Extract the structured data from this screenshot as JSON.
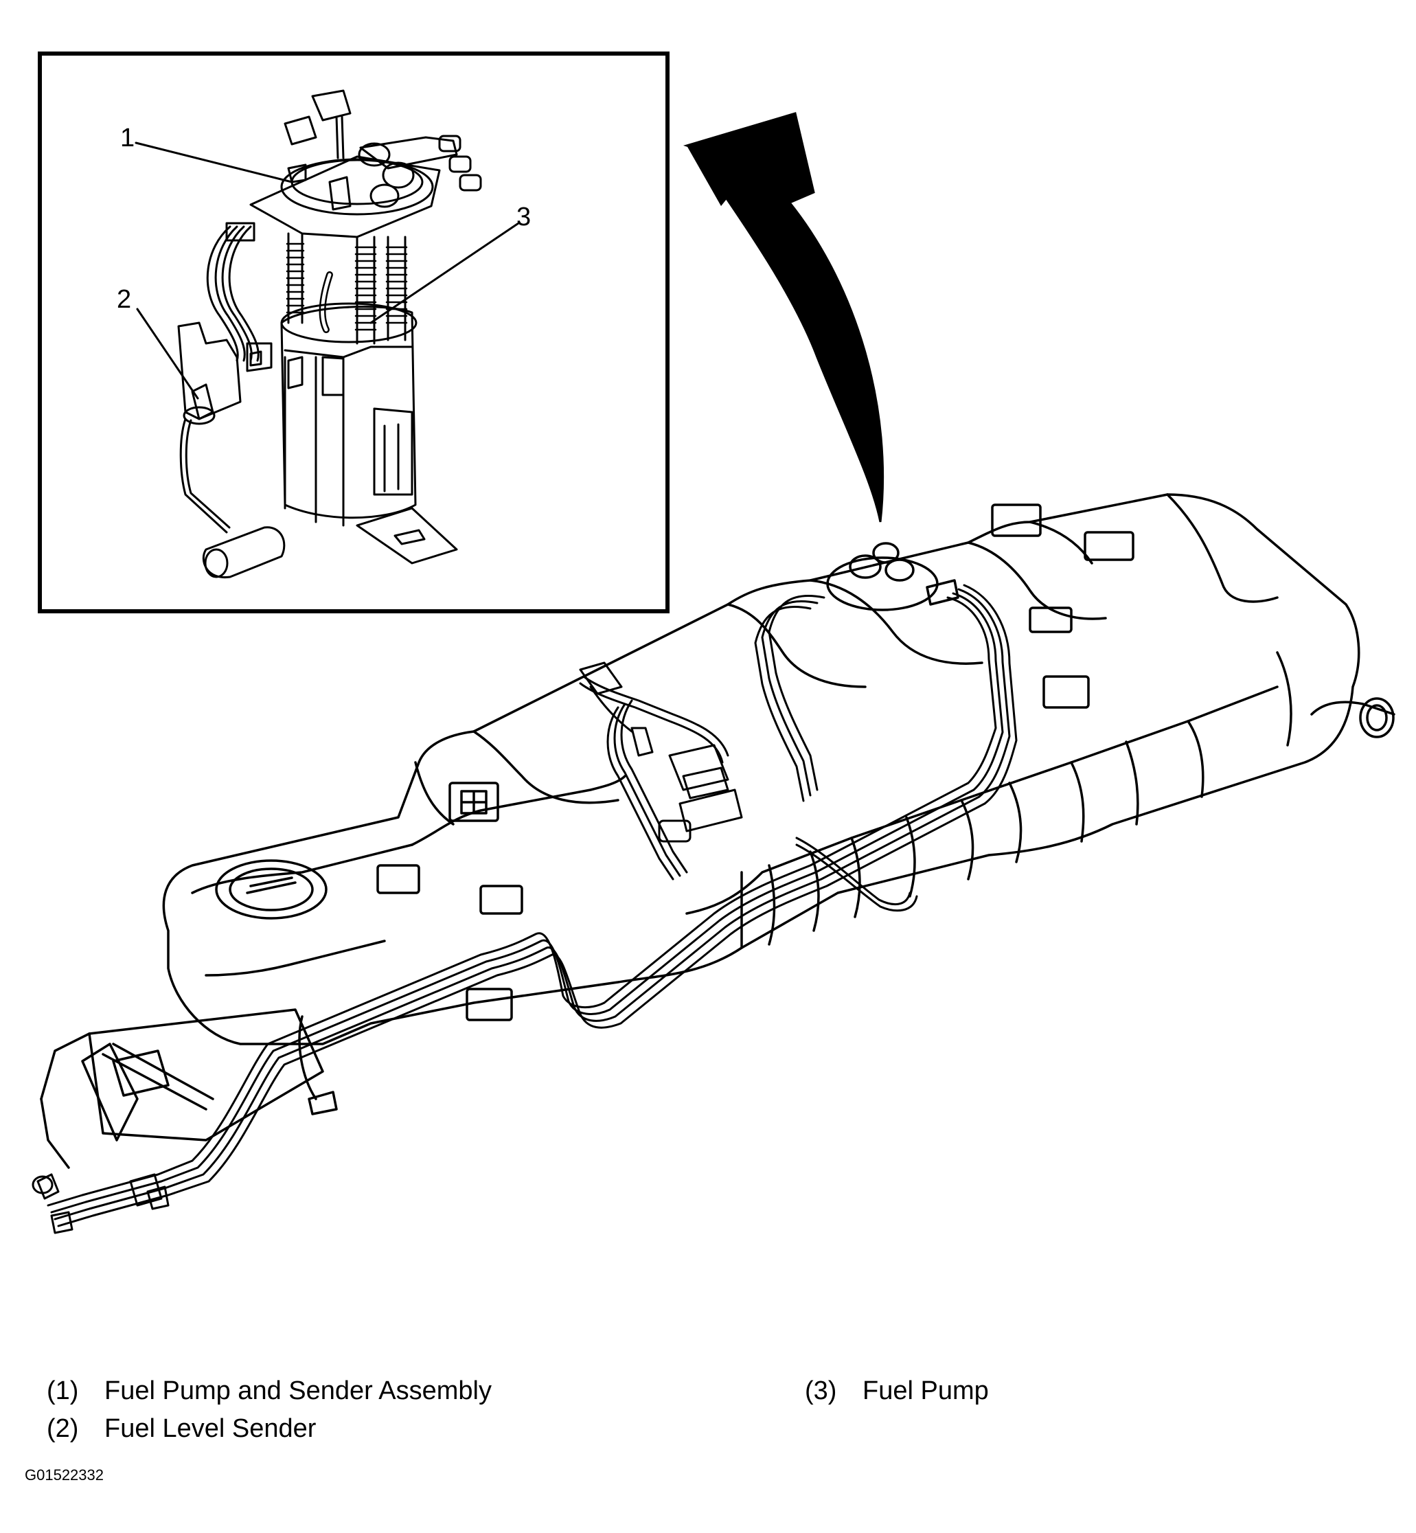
{
  "callouts": [
    {
      "number": "1",
      "target": "pump-sender-flange"
    },
    {
      "number": "3",
      "target": "fuel-pump-body"
    },
    {
      "number": "2",
      "target": "level-sender-arm"
    }
  ],
  "legend": [
    {
      "code": "(1)",
      "text": "Fuel Pump and Sender Assembly"
    },
    {
      "code": "(2)",
      "text": "Fuel Level Sender"
    },
    {
      "code": "(3)",
      "text": "Fuel Pump"
    }
  ],
  "figure_id": "G01522332",
  "colors": {
    "ink": "#000000",
    "paper": "#ffffff"
  }
}
